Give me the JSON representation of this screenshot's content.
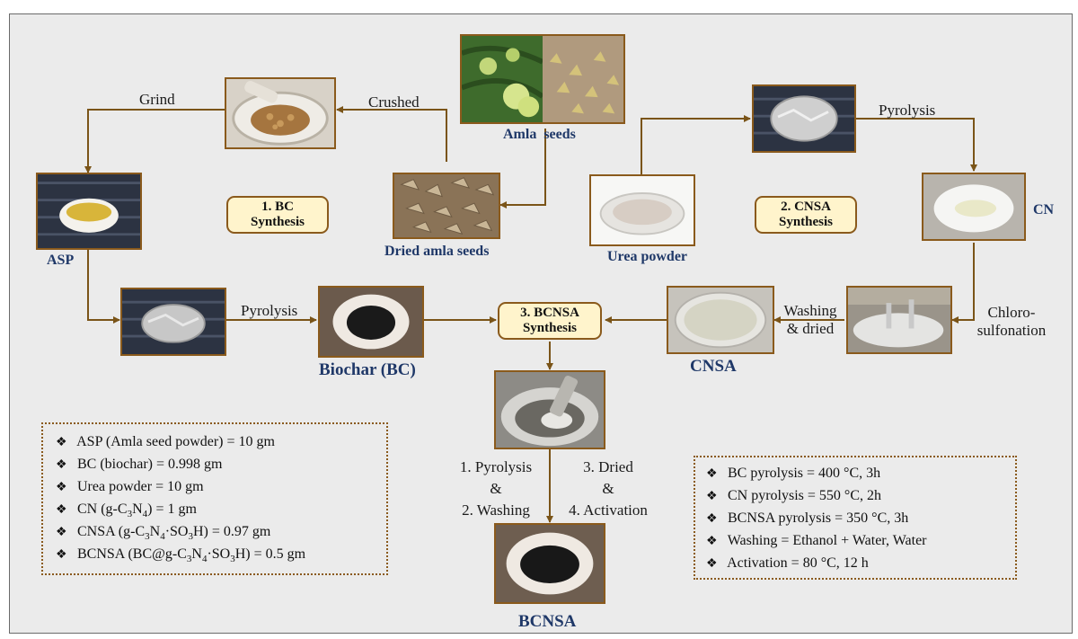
{
  "photos": {
    "amla": {
      "caption": "Amla  seeds"
    },
    "crushed": {},
    "dried": {
      "caption": "Dried amla seeds"
    },
    "asp": {
      "caption": "ASP"
    },
    "foil_left": {},
    "biochar": {
      "caption": "Biochar (BC)"
    },
    "mixing": {},
    "bcnsa": {
      "caption": "BCNSA"
    },
    "foil_right": {},
    "urea": {
      "caption": "Urea powder"
    },
    "cn": {
      "caption": "CN"
    },
    "chloro": {},
    "cnsa": {
      "caption": "CNSA"
    }
  },
  "steps": {
    "bc": {
      "line1": "1. BC",
      "line2": "Synthesis"
    },
    "cnsa": {
      "line1": "2. CNSA",
      "line2": "Synthesis"
    },
    "bcnsa": {
      "line1": "3. BCNSA",
      "line2": "Synthesis"
    }
  },
  "arrow_labels": {
    "grind": "Grind",
    "crushed": "Crushed",
    "pyrolysis_top": "Pyrolysis",
    "pyrolysis_mid": "Pyrolysis",
    "washing_line1": "Washing",
    "washing_line2": "& dried",
    "chloro_line1": "Chloro-",
    "chloro_line2": "sulfonation",
    "left_line1": "1. Pyrolysis",
    "left_line2": "&",
    "left_line3": "2. Washing",
    "right_line1": "3. Dried",
    "right_line2": "&",
    "right_line3": "4. Activation"
  },
  "quantities": [
    {
      "text": "ASP (Amla seed powder) = 10 gm"
    },
    {
      "text": "BC (biochar) = 0.998 gm"
    },
    {
      "text": "Urea powder = 10 gm"
    },
    {
      "pre": "CN (g-C",
      "s1": "3",
      "mid": "N",
      "s2": "4",
      "post": ") = 1 gm"
    },
    {
      "pre": "CNSA (g-C",
      "s1": "3",
      "mid": "N",
      "s2": "4",
      "mid2": "·SO",
      "s3": "3",
      "post": "H) = 0.97 gm"
    },
    {
      "pre": "BCNSA (BC@g-C",
      "s1": "3",
      "mid": "N",
      "s2": "4",
      "mid2": "·SO",
      "s3": "3",
      "post": "H) = 0.5 gm"
    }
  ],
  "conditions": [
    {
      "text": "BC pyrolysis = 400 °C, 3h"
    },
    {
      "text": "CN pyrolysis = 550 °C, 2h"
    },
    {
      "text": "BCNSA pyrolysis = 350 °C, 3h"
    },
    {
      "text": "Washing = Ethanol + Water, Water"
    },
    {
      "text": "Activation = 80 °C, 12 h"
    }
  ],
  "bullet_symbol": "❖",
  "colors": {
    "arrow": "#7a5418",
    "frame_bg": "#ebebeb",
    "step_fill": "#fff4cc",
    "caption_blue": "#1f3868"
  }
}
